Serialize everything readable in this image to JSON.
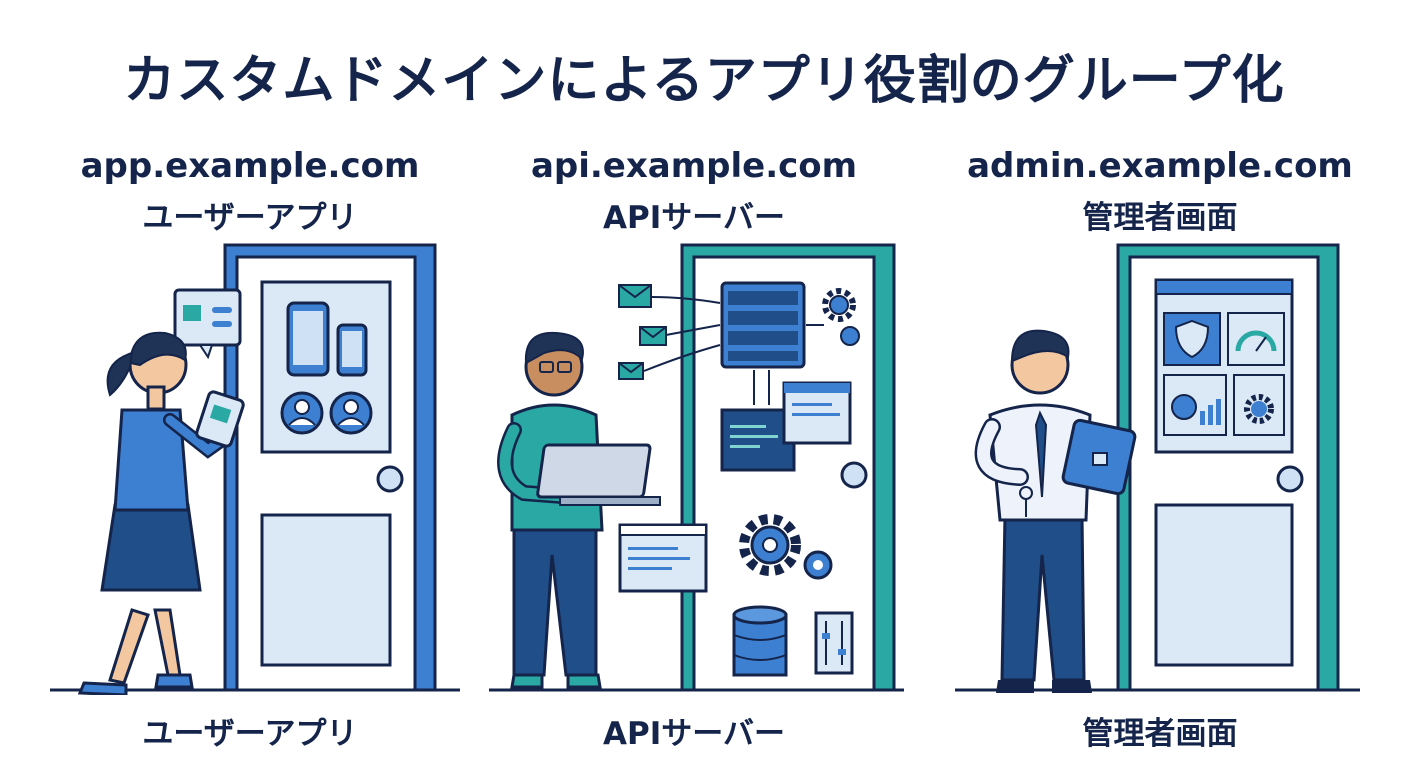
{
  "title": "カスタムドメインによるアプリ役割のグループ化",
  "panels": [
    {
      "domain": "app.example.com",
      "role": "ユーザーアプリ",
      "label": "ユーザーアプリ",
      "door_color": "#3d7fd0"
    },
    {
      "domain": "api.example.com",
      "role": "APIサーバー",
      "label": "APIサーバー",
      "door_color": "#2aa8a4"
    },
    {
      "domain": "admin.example.com",
      "role": "管理者画面",
      "label": "管理者画面",
      "door_color": "#2aa8a4"
    }
  ],
  "icons": [
    "smartphone-icon",
    "tablet-icon",
    "user-avatar-icon",
    "chat-bubble-icon",
    "mail-icon",
    "server-rack-icon",
    "gear-icon",
    "code-window-icon",
    "database-icon",
    "control-panel-icon",
    "shield-lock-icon",
    "gauge-icon",
    "pie-chart-icon",
    "bar-chart-icon",
    "key-icon",
    "laptop-icon"
  ]
}
